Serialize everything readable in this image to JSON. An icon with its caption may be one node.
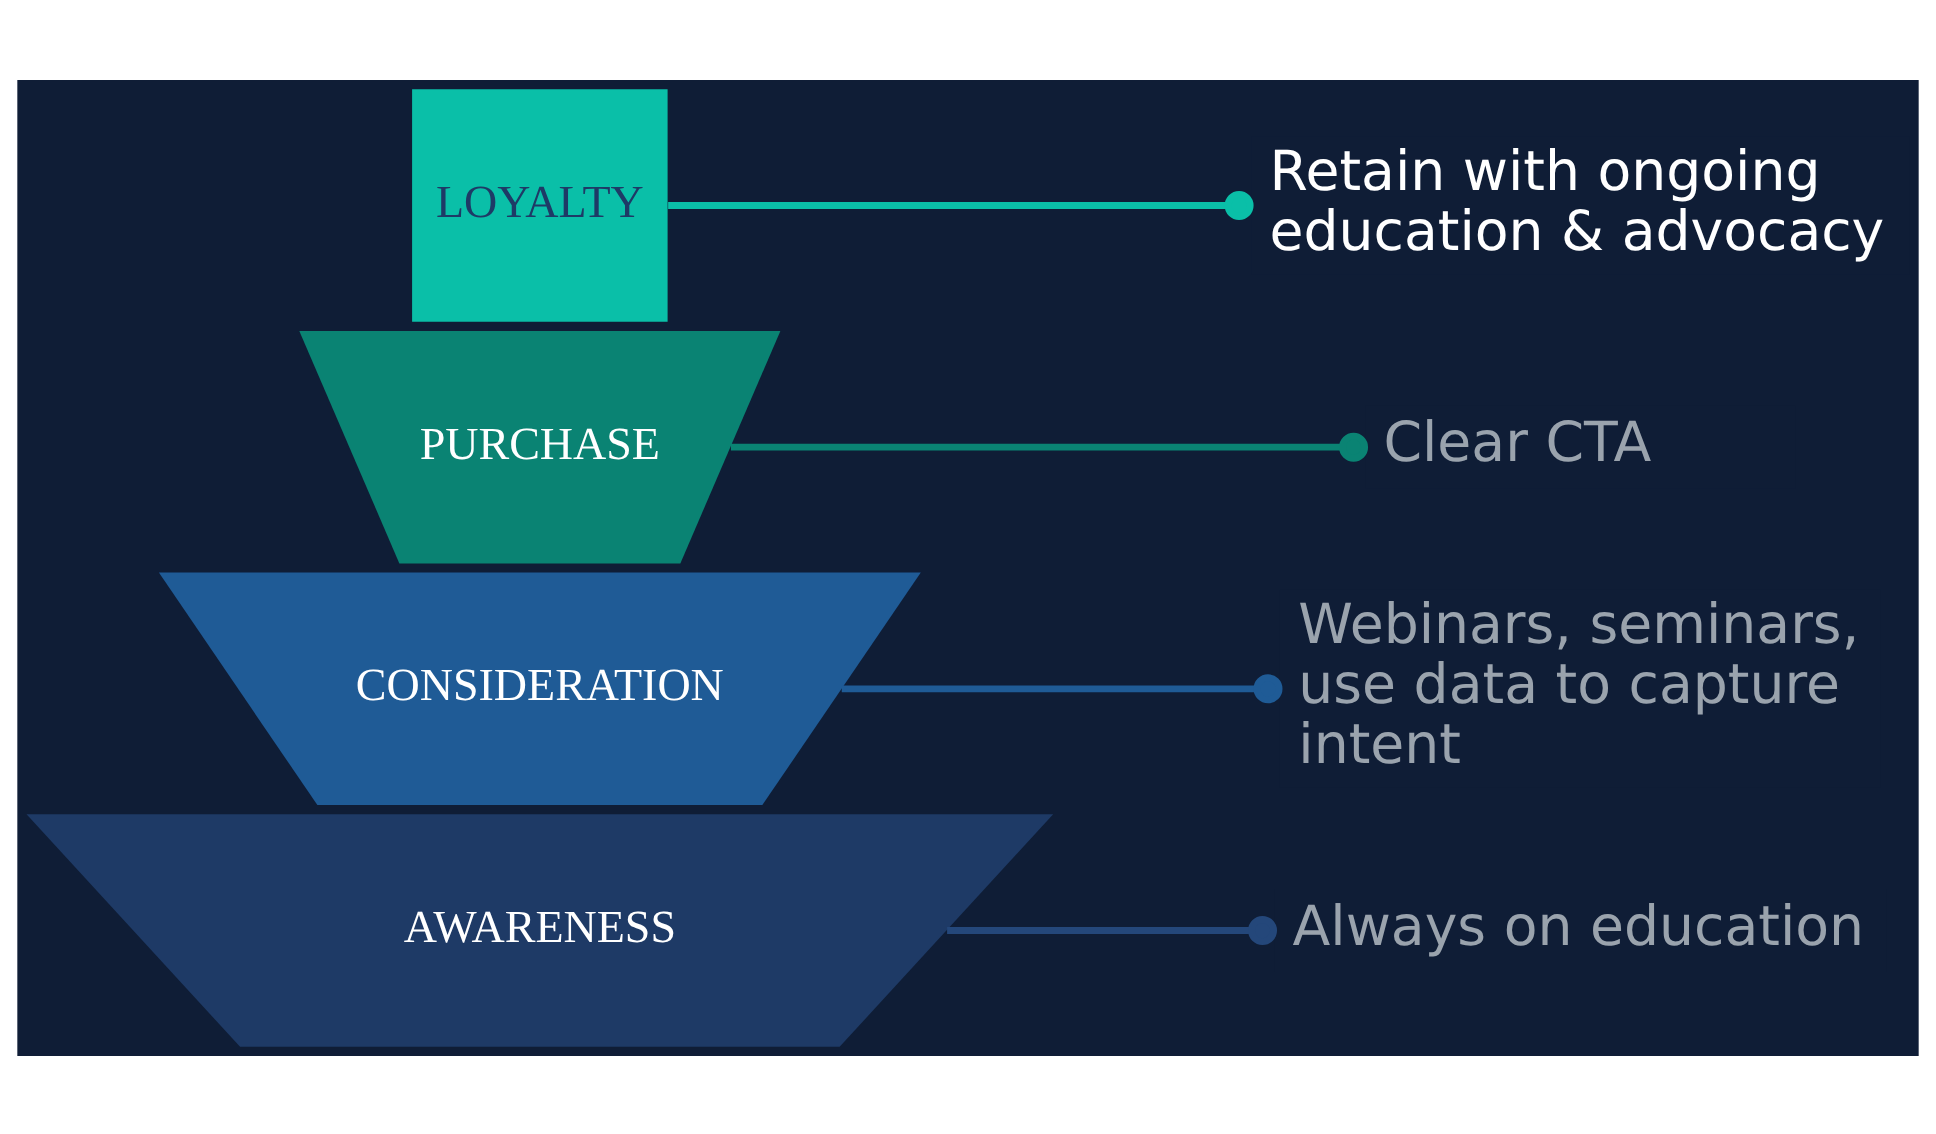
{
  "diagram": {
    "nodes": [
      {
        "text": [
          "AWARENESS"
        ]
      },
      {
        "text": [
          "CONSIDERATION"
        ]
      },
      {
        "text": [
          "PURCHASE"
        ]
      },
      {
        "text": [
          "LOYALTY"
        ]
      },
      {
        "text": [
          "Always on education"
        ]
      },
      {
        "text": [
          "Webinars, seminars, use data to capture intent"
        ]
      },
      {
        "text": [
          "Clear CTA"
        ]
      },
      {
        "text": [
          "Retain with ongoing education & advocacy"
        ]
      }
    ],
    "edges": [
      {
        "from": 0,
        "to": 4,
        "arrow": "other",
        "color": "#24477a"
      },
      {
        "from": 1,
        "to": 5,
        "arrow": "other",
        "color": "#1f5b96"
      },
      {
        "from": 2,
        "to": 6,
        "arrow": "other",
        "color": "#0a8373"
      },
      {
        "from": 3,
        "to": 7,
        "arrow": "other",
        "color": "#0abfa8"
      }
    ]
  }
}
